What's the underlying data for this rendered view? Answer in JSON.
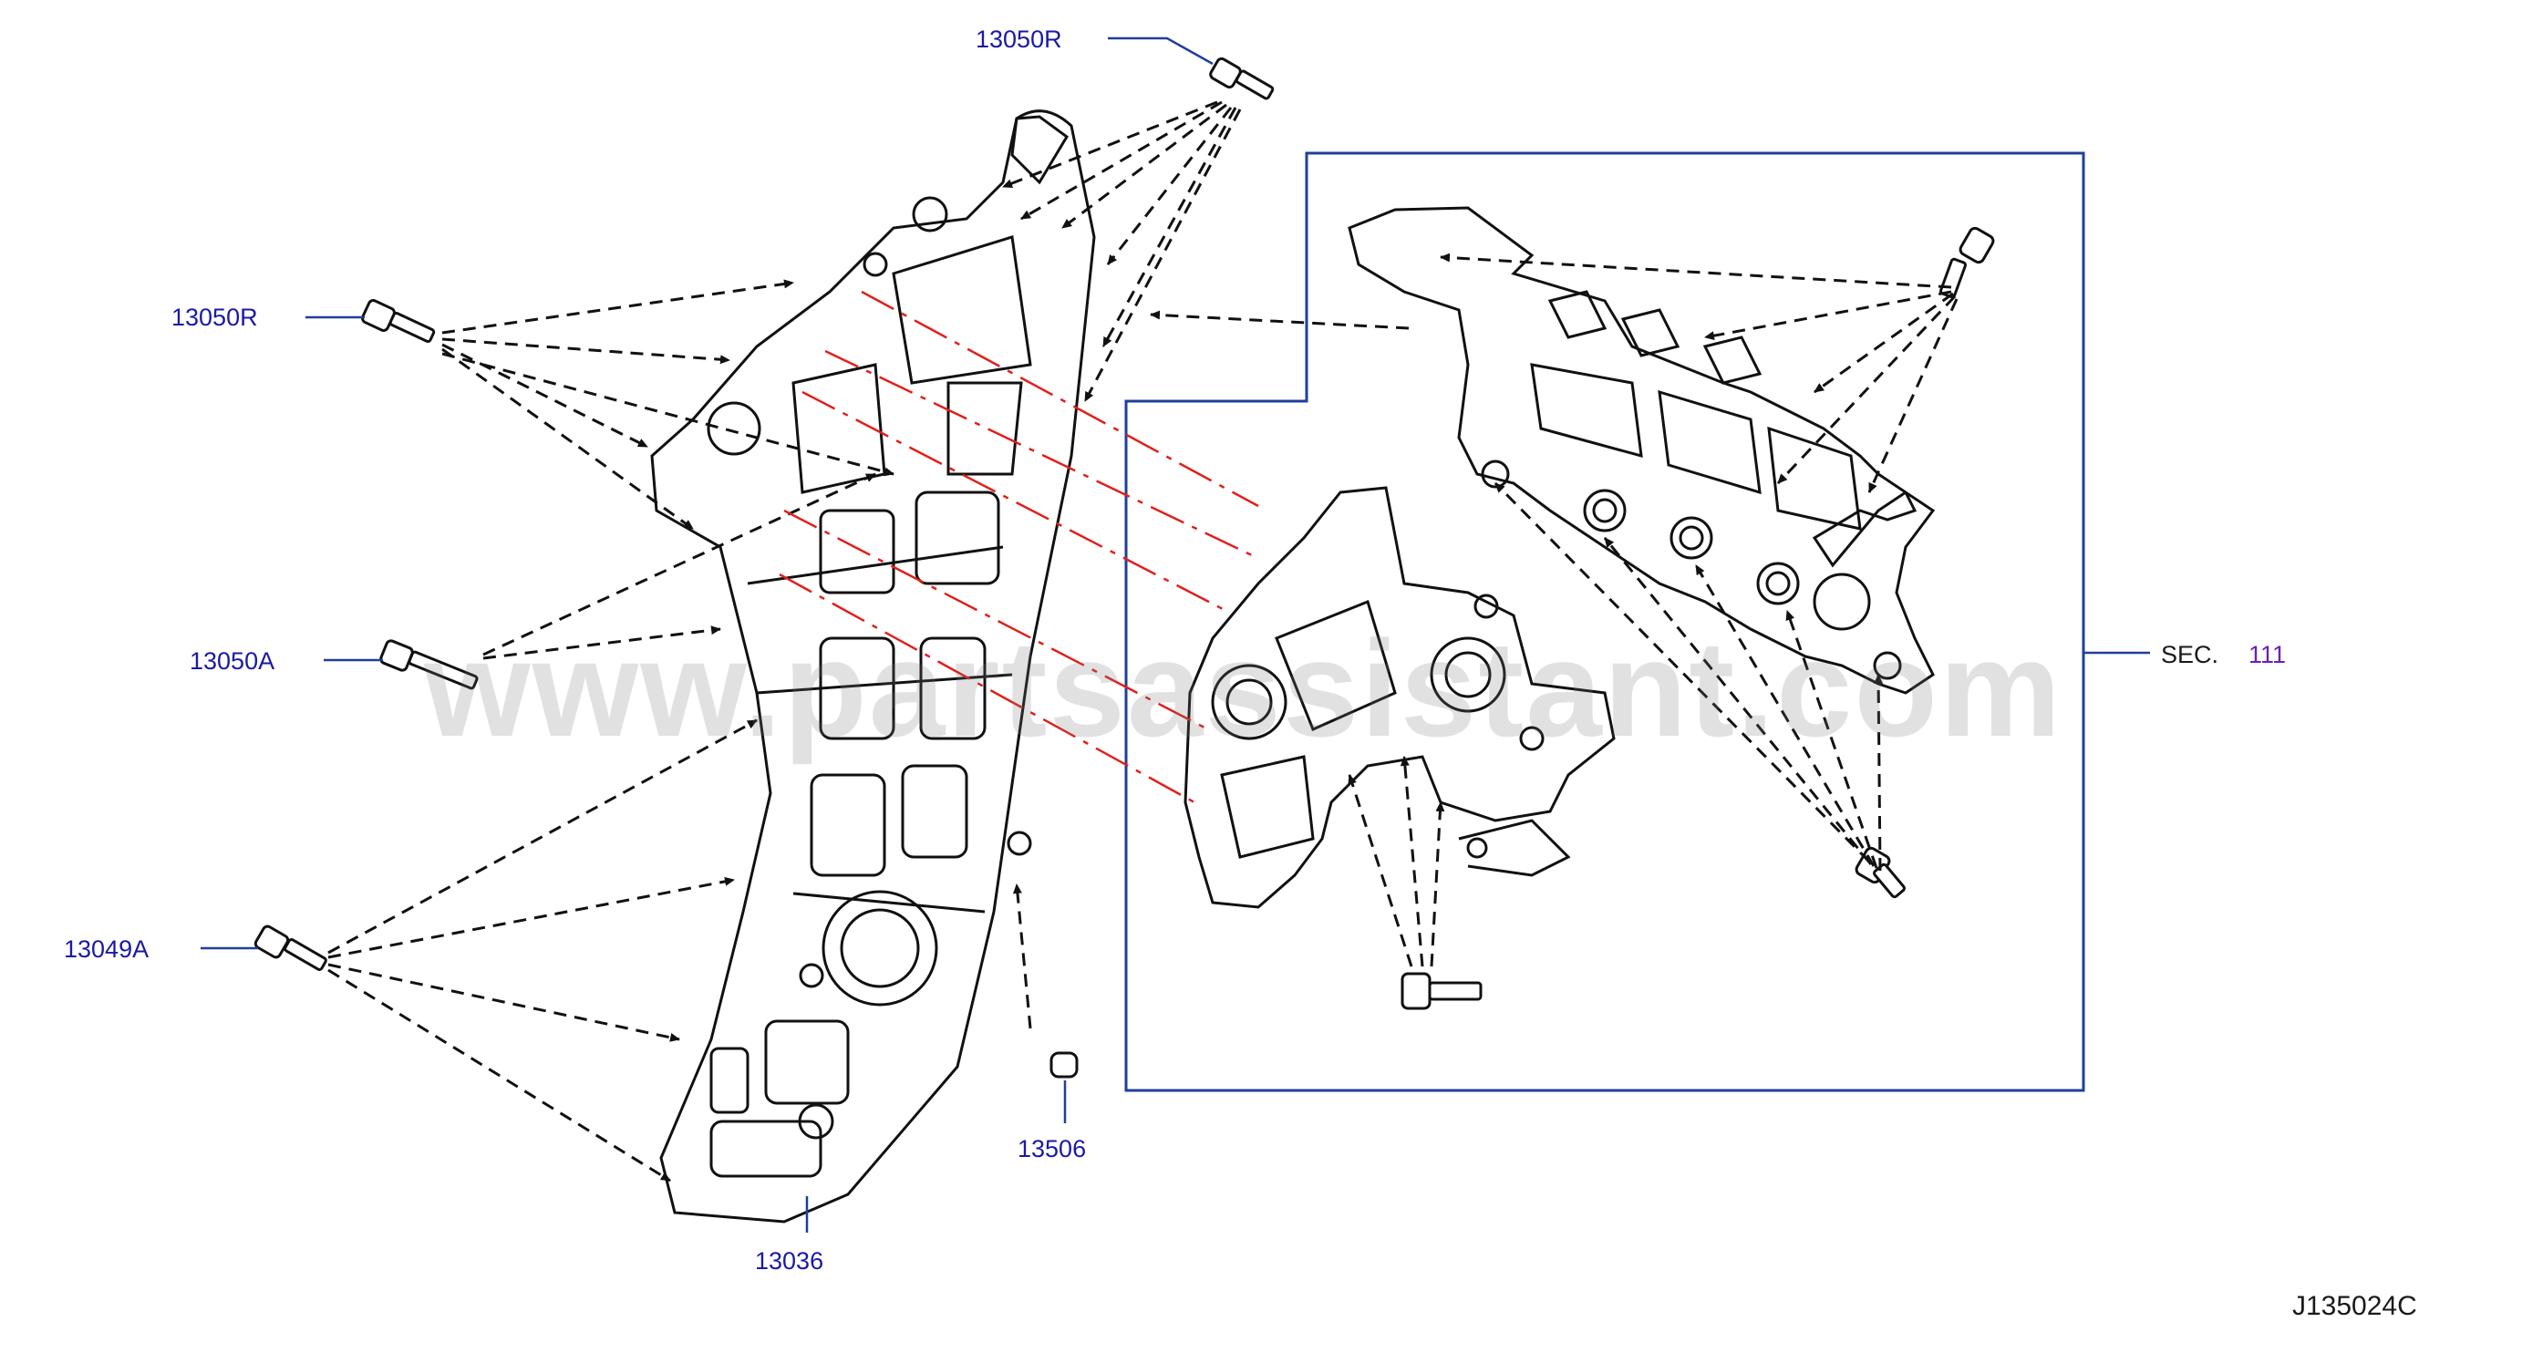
{
  "diagram": {
    "part_labels": {
      "top_bolt": "13050R",
      "left_upper_bolt": "13050R",
      "left_mid_bolt": "13050A",
      "left_lower_bolt": "13049A",
      "plug": "13506",
      "front_cover": "13036"
    },
    "section_ref": {
      "prefix": "SEC.",
      "number": "111"
    },
    "drawing_code": "J135024C",
    "watermark": "www.partsassistant.com"
  },
  "colors": {
    "label_blue": "#1a1aa6",
    "section_purple": "#6a1fb8",
    "frame_blue": "#1f3f9a",
    "alignment_red": "#e0201c",
    "line_black": "#111111"
  }
}
